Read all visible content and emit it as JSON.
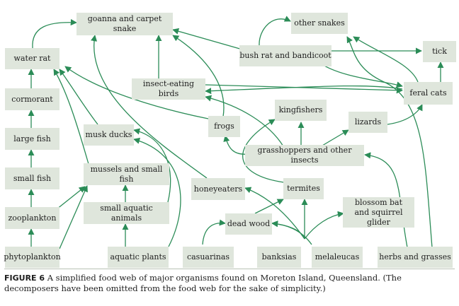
{
  "nodes": {
    "goanna": "goanna and carpet snake",
    "other_snakes": "other snakes",
    "water_rat": "water rat",
    "bush_rat": "bush rat and bandicoot",
    "tick": "tick",
    "insect_birds": "insect-eating birds",
    "cormorant": "cormorant",
    "feral_cats": "feral cats",
    "kingfishers": "kingfishers",
    "frogs": "frogs",
    "musk_ducks": "musk ducks",
    "lizards": "lizards",
    "large_fish": "large fish",
    "grasshoppers": "grasshoppers and other insects",
    "mussels": "mussels and small fish",
    "small_fish": "small fish",
    "honeyeaters": "honeyeaters",
    "termites": "termites",
    "blossom_bat": "blossom bat\nand squirrel glider",
    "small_aquatic": "small aquatic animals",
    "zooplankton": "zooplankton",
    "dead_wood": "dead wood",
    "phytoplankton": "phytoplankton",
    "aquatic_plants": "aquatic plants",
    "casuarinas": "casuarinas",
    "banksias": "banksias",
    "melaleucas": "melaleucas",
    "herbs": "herbs and grasses"
  },
  "edge_color": "#2b8c57",
  "caption": {
    "label": "FIGURE 6",
    "text": " A simplified food web of major organisms found on Moreton Island, Queensland. (The decomposers have been omitted from the food web for the sake of simplicity.)"
  }
}
